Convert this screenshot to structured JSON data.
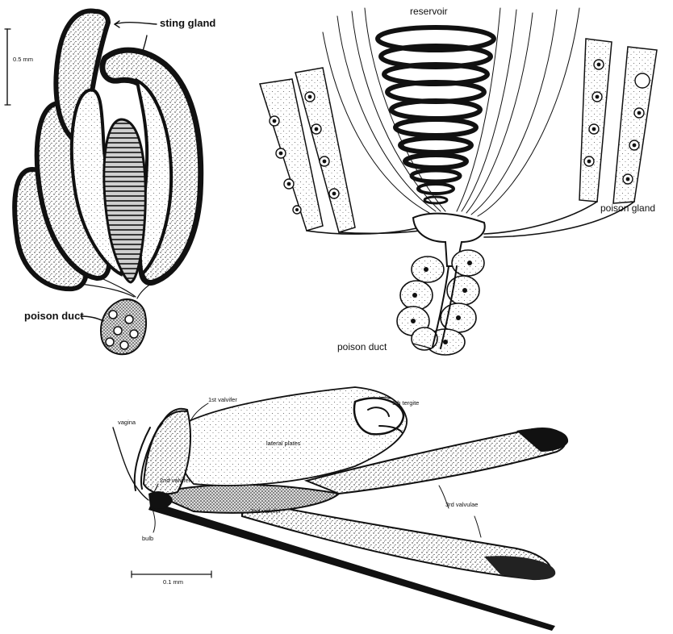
{
  "panel_a": {
    "scale_label": "0.5 mm",
    "labels": {
      "sting_gland": "sting gland",
      "poison_duct": "poison duct"
    }
  },
  "panel_b": {
    "labels": {
      "reservoir": "reservoir",
      "poison_gland": "poison gland",
      "poison_duct": "poison duct"
    }
  },
  "panel_c": {
    "scale_label": "0.1 mm",
    "labels": {
      "vagina": "vagina",
      "first_valvifer": "1st valvifer",
      "tergite": "9th tergite",
      "lateral_plates": "lateral plates",
      "second_valvifer_upper": "2nd valvifer",
      "second_valvifer_lower": "2nd valvifer",
      "third_valvulae": "3rd valvulae",
      "bulb": "bulb"
    }
  }
}
